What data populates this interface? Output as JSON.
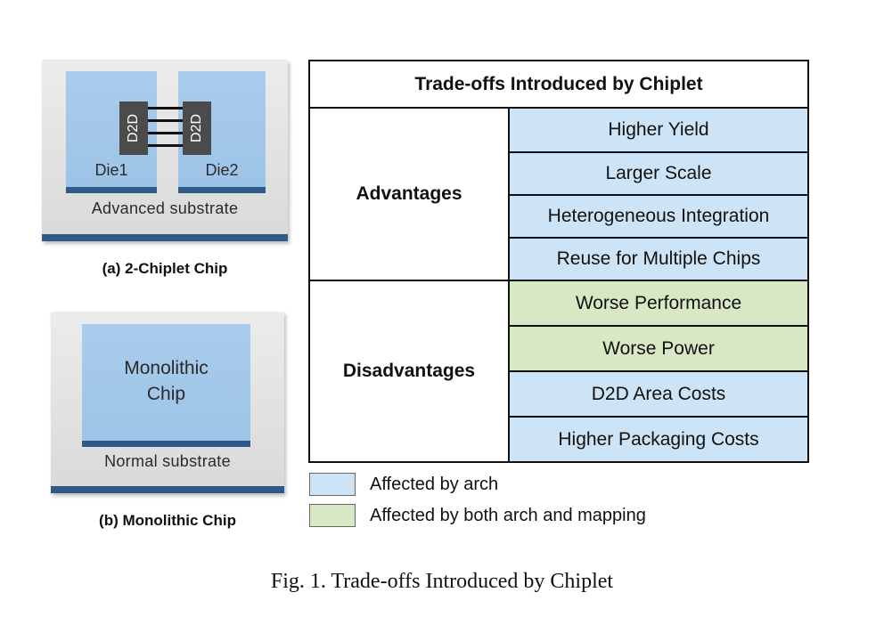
{
  "chiplet_panel": {
    "die1_label": "Die1",
    "die2_label": "Die2",
    "d2d_left": "D2D",
    "d2d_right": "D2D",
    "substrate_label": "Advanced substrate",
    "caption": "(a) 2-Chiplet Chip"
  },
  "monolithic_panel": {
    "chip_line1": "Monolithic",
    "chip_line2": "Chip",
    "substrate_label": "Normal substrate",
    "caption": "(b) Monolithic Chip"
  },
  "table": {
    "title": "Trade-offs Introduced by Chiplet",
    "groups": [
      {
        "label": "Advantages",
        "items": [
          {
            "text": "Higher Yield",
            "category": "arch"
          },
          {
            "text": "Larger Scale",
            "category": "arch"
          },
          {
            "text": "Heterogeneous Integration",
            "category": "arch"
          },
          {
            "text": "Reuse for Multiple Chips",
            "category": "arch"
          }
        ]
      },
      {
        "label": "Disadvantages",
        "items": [
          {
            "text": "Worse Performance",
            "category": "both"
          },
          {
            "text": "Worse Power",
            "category": "both"
          },
          {
            "text": "D2D Area Costs",
            "category": "arch"
          },
          {
            "text": "Higher Packaging Costs",
            "category": "arch"
          }
        ]
      }
    ]
  },
  "legend": [
    {
      "label": "Affected by arch",
      "color": "#cde4f6"
    },
    {
      "label": "Affected by both arch and mapping",
      "color": "#d8e8c4"
    }
  ],
  "figure_caption": "Fig. 1.  Trade-offs Introduced by Chiplet"
}
